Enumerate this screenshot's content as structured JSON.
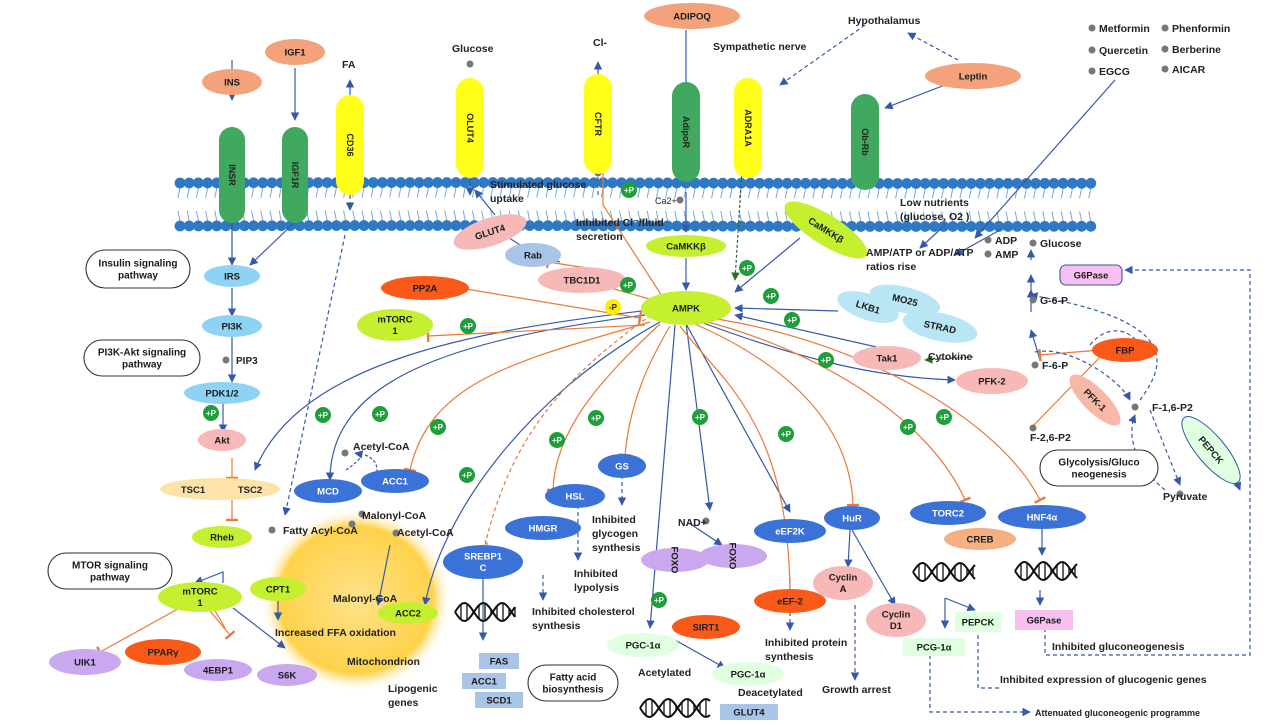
{
  "receptors": {
    "insr": "INSR",
    "igf1r": "IGF1R",
    "cd36": "CD36",
    "glut4": "OLUT4",
    "cftr": "CFTR",
    "adipor": "AdipoR",
    "adra1a": "ADRA1A",
    "obrb": "Ob-Rb"
  },
  "ligands": {
    "ins": "INS",
    "igf1": "IGF1",
    "fa": "FA",
    "glucose": "Glucose",
    "cl": "Cl-",
    "adipoq": "ADIPOQ",
    "sympathetic": "Sympathetic nerve",
    "hypothalamus": "Hypothalamus",
    "leptin": "Leptin"
  },
  "drugs": [
    "Metformin",
    "Phenformin",
    "Quercetin",
    "Berberine",
    "EGCG",
    "AICAR"
  ],
  "pathways": {
    "insulin": [
      "Insulin signaling",
      "pathway"
    ],
    "pi3k_akt": [
      "PI3K-Akt signaling",
      "pathway"
    ],
    "mtor": [
      "MTOR signaling",
      "pathway"
    ],
    "glycolysis": [
      "Glycolysis/Gluco",
      "neogenesis"
    ],
    "fatty_acid": [
      "Fatty acid",
      "biosynthesis"
    ]
  },
  "nodes": {
    "irs": "IRS",
    "pi3k": "PI3K",
    "pip3": "PIP3",
    "pdk12": "PDK1/2",
    "akt": "Akt",
    "tsc1": "TSC1",
    "tsc2": "TSC2",
    "rheb": "Rheb",
    "mtorc1_low": [
      "mTORC",
      "1"
    ],
    "uik1": "UIK1",
    "ppar": "PPARγ",
    "ebp1": "4EBP1",
    "s6k": "S6K",
    "glut4_ves": "GLUT4",
    "rab": "Rab",
    "tbc1d1": "TBC1D1",
    "pp2a": "PP2A",
    "mtorc1_top": [
      "mTORC",
      "1"
    ],
    "camkkb": "CaMKKβ",
    "camkkb2": "CaMKKβ",
    "ampk": "AMPK",
    "mo25": "MO25",
    "lkb1": "LKB1",
    "strad": "STRAD",
    "tak1": "Tak1",
    "pfk2": "PFK-2",
    "mcd": "MCD",
    "acc1": "ACC1",
    "acc2": "ACC2",
    "cpt1": "CPT1",
    "srebp1c": [
      "SREBP1",
      "C"
    ],
    "hmgr": "HMGR",
    "hsl": "HSL",
    "gs": "GS",
    "foxo_a": "FOXO",
    "foxo_b": "FOXO",
    "sirt1": "SIRT1",
    "pgc_a": "PGC-1α",
    "pgc_b": "PGC-1α",
    "eef2k": "eEF2K",
    "eef2": "eEF-2",
    "hur": "HuR",
    "cyclina": [
      "Cyclin",
      "A"
    ],
    "cyclind1": [
      "Cyclin",
      "D1"
    ],
    "torc2": "TORC2",
    "creb": "CREB",
    "hnf4a": "HNF4α",
    "pepck": "PEPCK",
    "pcg1a": "PCG-1α",
    "g6pase": "G6Pase",
    "g6pase_top": "G6Pase",
    "fbp": "FBP",
    "pfk1": "PFK-1",
    "pepck_right": "PEPCK"
  },
  "genes": {
    "fas": "FAS",
    "acc1": "ACC1",
    "scd1": "SCD1",
    "glut4": "GLUT4"
  },
  "labels": {
    "phos": "+P",
    "dephos": "-P",
    "ca": "Ca2+",
    "stimulated": [
      "Stimulated glucose",
      "uptake"
    ],
    "inhibited_cl": [
      "Inhibited Cl⁻/fluid",
      "secretion"
    ],
    "low_nutrients": [
      "Low nutrients",
      "(glucose, O2 )"
    ],
    "ratios": [
      "AMP/ATP or ADP/ATP",
      "ratios rise"
    ],
    "adp": "ADP",
    "amp": "AMP",
    "glucose_r": "Glucose",
    "g6p": "G-6-P",
    "f6p": "F-6-P",
    "f16p2": "F-1,6-P2",
    "f26p2": "F-2,6-P2",
    "pyruvate": "Pyruvate",
    "cytokine": "Cytokine",
    "acetyl_coa1": "Acetyl-CoA",
    "acetyl_coa2": "Acetyl-CoA",
    "malonyl_coa1": "Malonyl-CoA",
    "malonyl_coa2": "Malonyl-CoA",
    "fatty_acyl": "Fatty Acyl-CoA",
    "increased_ffa": "Increased FFA  oxidation",
    "mitochondrion": "Mitochondrion",
    "lipogenic": [
      "Lipogenic",
      "genes"
    ],
    "inh_glycogen": [
      "Inhibited",
      "glycogen",
      "synthesis"
    ],
    "inh_lipolysis": [
      "Inhibited",
      "lypolysis"
    ],
    "inh_cholesterol": [
      "Inhibited cholesterol",
      "synthesis"
    ],
    "nad": "NAD+",
    "acetylated": "Acetylated",
    "deacetylated": "Deacetylated",
    "inh_protein": [
      "Inhibited protein",
      "synthesis"
    ],
    "growth_arrest": "Growth arrest",
    "inh_gluconeo": "Inhibited gluconeogenesis",
    "inh_glucogenic": "Inhibited expression of glucogenic genes",
    "attenuated": "Attenuated gluconeogenic programme"
  },
  "colors": {
    "membrane": "#2f78c4",
    "receptor_green": "#41a85f",
    "receptor_yellow": "#ffff1a",
    "ligand": "#f4a27c",
    "light_blue": "#8fd3f4",
    "blue": "#3a72d8",
    "lime": "#c4f030",
    "pink": "#f7b8b8",
    "orange_red": "#f95a1a",
    "purple": "#c9a8ef",
    "green_p": "#1f9e3a",
    "arrow_blue": "#3559a8",
    "inhib_orange": "#e87a3a",
    "mito": "#ffd34d"
  }
}
